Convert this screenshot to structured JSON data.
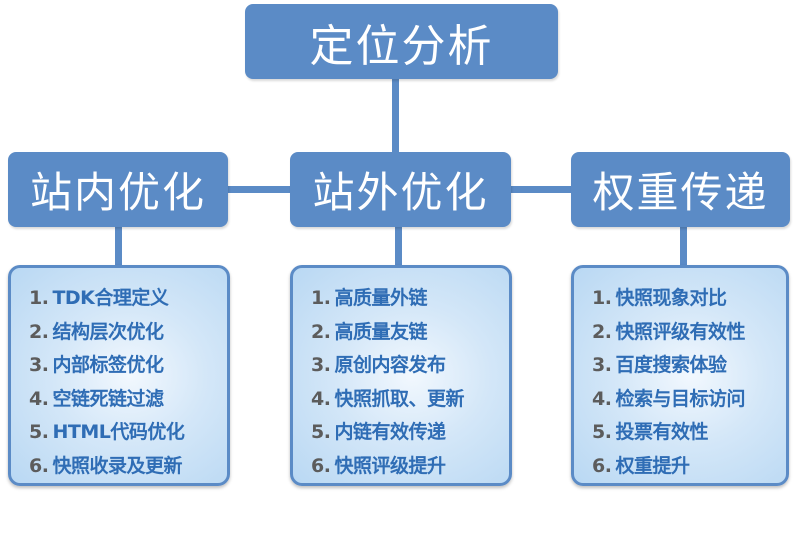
{
  "root": {
    "title": "定位分析"
  },
  "branches": [
    {
      "title": "站内优化",
      "items": [
        {
          "num": "1.",
          "text": "TDK合理定义"
        },
        {
          "num": "2.",
          "text": "结构层次优化"
        },
        {
          "num": "3.",
          "text": "内部标签优化"
        },
        {
          "num": "4.",
          "text": "空链死链过滤"
        },
        {
          "num": "5.",
          "text": "HTML代码优化"
        },
        {
          "num": "6.",
          "text": "快照收录及更新"
        }
      ]
    },
    {
      "title": "站外优化",
      "items": [
        {
          "num": "1.",
          "text": "高质量外链"
        },
        {
          "num": "2.",
          "text": "高质量友链"
        },
        {
          "num": "3.",
          "text": "原创内容发布"
        },
        {
          "num": "4.",
          "text": "快照抓取、更新"
        },
        {
          "num": "5.",
          "text": "内链有效传递"
        },
        {
          "num": "6.",
          "text": "快照评级提升"
        }
      ]
    },
    {
      "title": "权重传递",
      "items": [
        {
          "num": "1.",
          "text": "快照现象对比"
        },
        {
          "num": "2.",
          "text": "快照评级有效性"
        },
        {
          "num": "3.",
          "text": "百度搜索体验"
        },
        {
          "num": "4.",
          "text": "检索与目标访问"
        },
        {
          "num": "5.",
          "text": "投票有效性"
        },
        {
          "num": "6.",
          "text": "权重提升"
        }
      ]
    }
  ],
  "colors": {
    "box": "#5b8bc6",
    "item_text": "#2f6db5",
    "item_number": "#5c5c5c",
    "list_bg": "#d4e7f8"
  }
}
